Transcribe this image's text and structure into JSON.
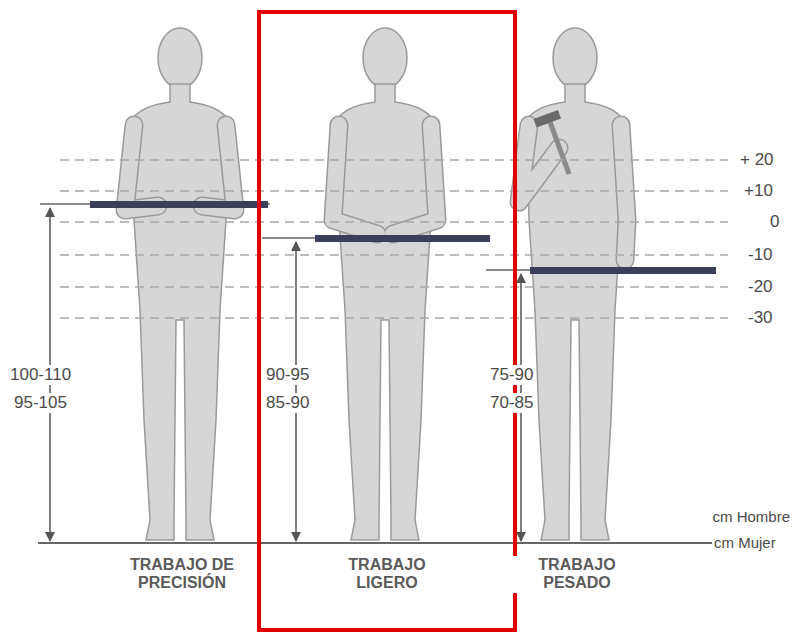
{
  "diagram": {
    "labels": [
      "+ 20",
      "+10",
      "0",
      "-10",
      "-20",
      "-30",
      "100-110",
      "95-105",
      "90-95",
      "85-90",
      "75-90",
      "70-85",
      "cm Hombre",
      "cm Mujer",
      "TRABAJO DE PRECISIÓN",
      "TRABAJO LIGERO",
      "TRABAJO PESADO"
    ]
  }
}
